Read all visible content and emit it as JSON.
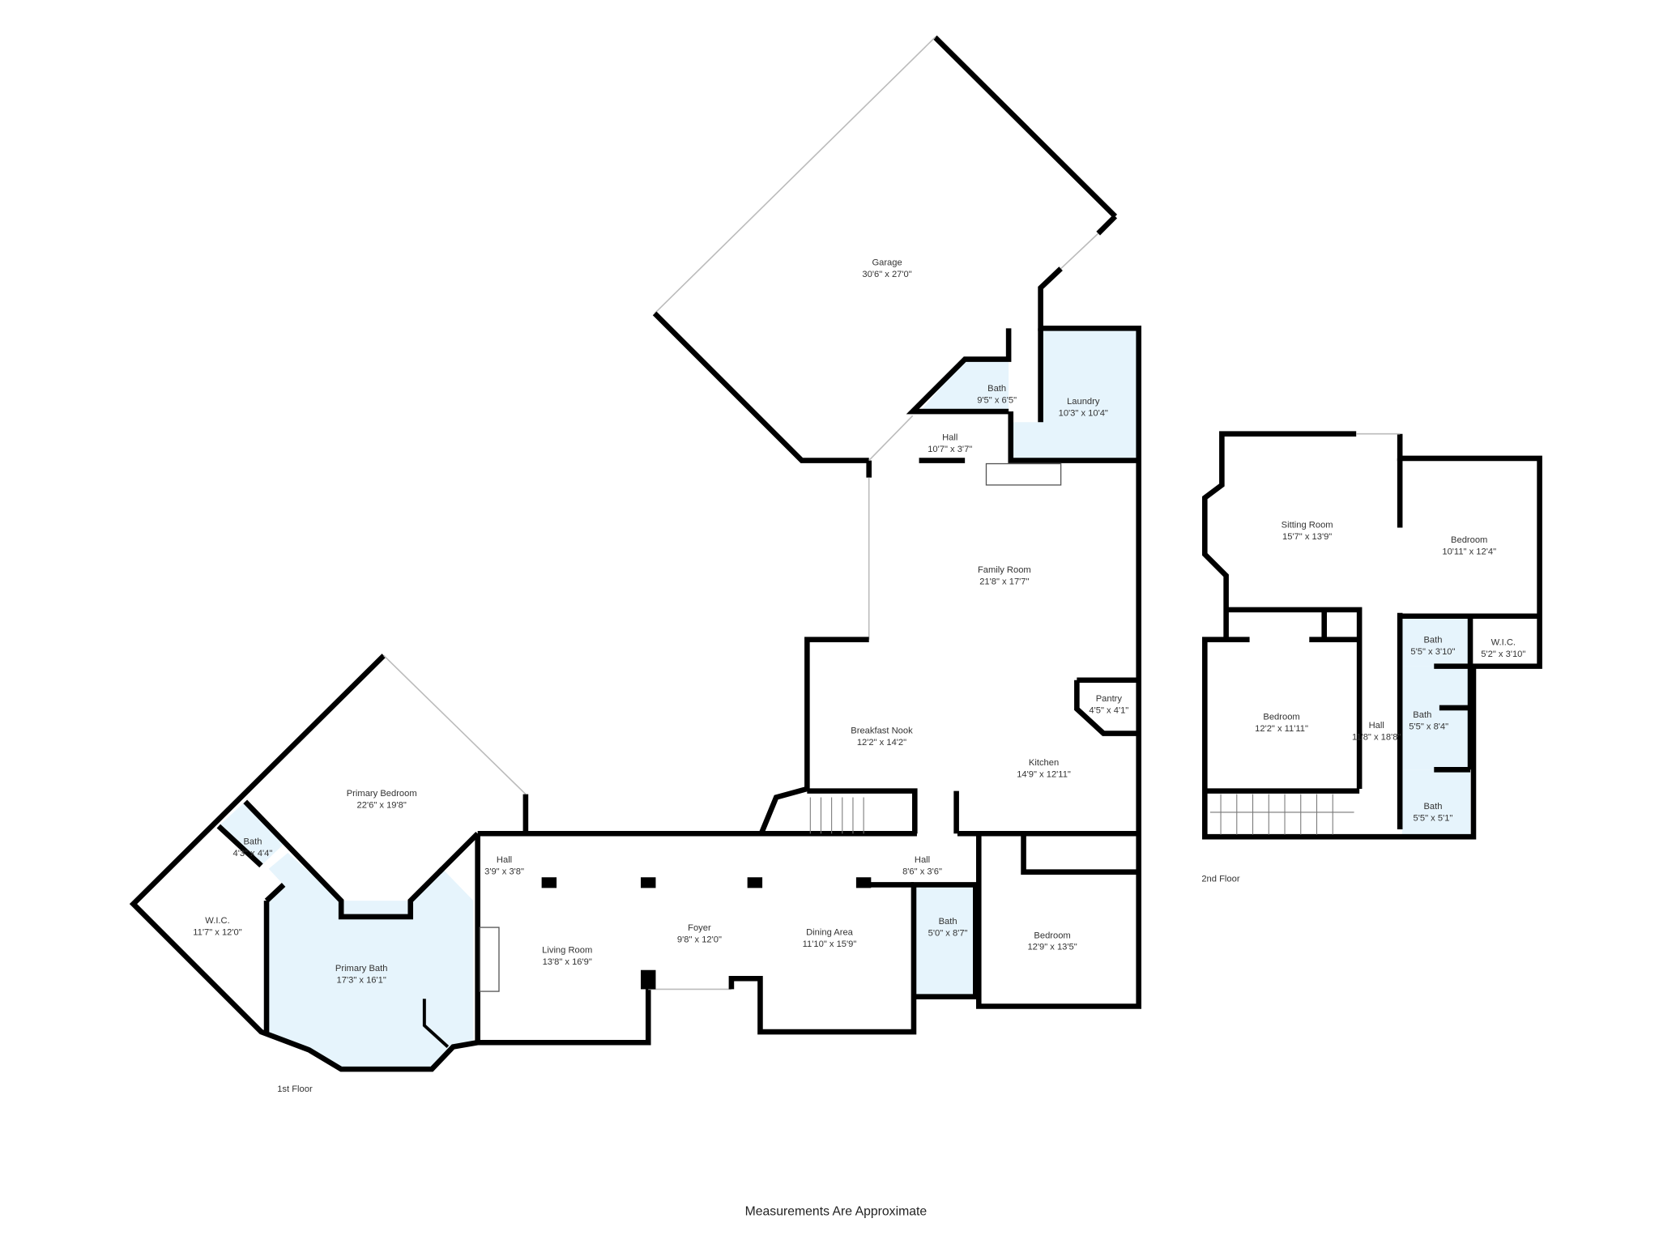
{
  "floors": [
    {
      "label": "1st Floor",
      "rooms": [
        {
          "name": "Garage",
          "size": "30'6\" x 27'0\""
        },
        {
          "name": "Bath",
          "size": "9'5\" x 6'5\""
        },
        {
          "name": "Laundry",
          "size": "10'3\" x 10'4\""
        },
        {
          "name": "Hall",
          "size": "10'7\" x 3'7\""
        },
        {
          "name": "Family Room",
          "size": "21'8\" x 17'7\""
        },
        {
          "name": "Pantry",
          "size": "4'5\" x 4'1\""
        },
        {
          "name": "Breakfast Nook",
          "size": "12'2\" x 14'2\""
        },
        {
          "name": "Kitchen",
          "size": "14'9\" x 12'11\""
        },
        {
          "name": "Primary Bedroom",
          "size": "22'6\" x 19'8\""
        },
        {
          "name": "Bath",
          "size": "4'3\" x 4'4\""
        },
        {
          "name": "W.I.C.",
          "size": "11'7\" x 12'0\""
        },
        {
          "name": "Primary Bath",
          "size": "17'3\" x 16'1\""
        },
        {
          "name": "Hall",
          "size": "3'9\" x 3'8\""
        },
        {
          "name": "Living Room",
          "size": "13'8\" x 16'9\""
        },
        {
          "name": "Foyer",
          "size": "9'8\" x 12'0\""
        },
        {
          "name": "Dining Area",
          "size": "11'10\" x 15'9\""
        },
        {
          "name": "Hall",
          "size": "8'6\" x 3'6\""
        },
        {
          "name": "Bath",
          "size": "5'0\" x 8'7\""
        },
        {
          "name": "Bedroom",
          "size": "12'9\" x 13'5\""
        }
      ]
    },
    {
      "label": "2nd Floor",
      "rooms": [
        {
          "name": "Sitting Room",
          "size": "15'7\" x 13'9\""
        },
        {
          "name": "Bedroom",
          "size": "10'11\" x 12'4\""
        },
        {
          "name": "Bath",
          "size": "5'5\" x 3'10\""
        },
        {
          "name": "W.I.C.",
          "size": "5'2\" x 3'10\""
        },
        {
          "name": "Bedroom",
          "size": "12'2\" x 11'11\""
        },
        {
          "name": "Hall",
          "size": "11'8\" x 18'8\""
        },
        {
          "name": "Bath",
          "size": "5'5\" x 8'4\""
        },
        {
          "name": "Bath",
          "size": "5'5\" x 5'1\""
        }
      ]
    }
  ],
  "footer_note": "Measurements Are Approximate",
  "colors": {
    "wall": "#000000",
    "wet_room_fill": "#e6f4fc",
    "background": "#ffffff"
  }
}
